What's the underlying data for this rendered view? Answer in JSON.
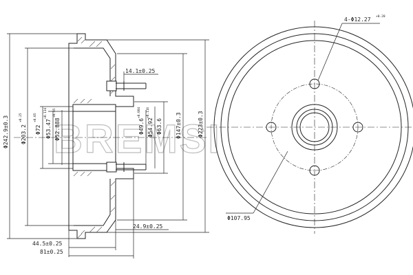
{
  "watermark": {
    "text": "BREMSI"
  },
  "side_view": {
    "dims": {
      "outer_dia": "Φ242.9±0.3",
      "inner_dia_main": "Φ203.2",
      "inner_dia_sup": "+0.25",
      "center_dia_main": "Φ72",
      "center_dia_sup": "+0.05",
      "pilot_a_main": "Φ53.47",
      "pilot_a_sup": "+0.114",
      "pilot_b_main": "Φ52.888",
      "pilot_b_sup": "+0.05",
      "bearing_a_main": "Φ49.6",
      "bearing_a_sup": "+0.084",
      "bearing_b_main": "Φ54.92",
      "bearing_b_sup": "+0.116",
      "bearing_c": "Φ63.6",
      "flange_dia": "Φ147±0.3",
      "hat_dia": "Φ223±0.3",
      "hub_offset": "14.1±0.25",
      "step_width": "24.9±0.25",
      "inner_depth": "44.5±0.25",
      "total_width": "81±0.25"
    }
  },
  "front_view": {
    "dims": {
      "holes": "4-Φ12.27",
      "holes_sup": "+0.20",
      "pcd": "Φ107.95"
    }
  }
}
